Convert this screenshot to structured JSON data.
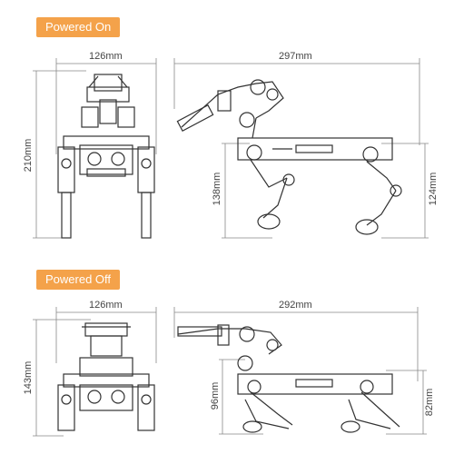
{
  "sections": {
    "powered_on": {
      "label": "Powered On"
    },
    "powered_off": {
      "label": "Powered Off"
    }
  },
  "dimensions": {
    "on_front_width": "126mm",
    "on_front_height": "210mm",
    "on_side_length": "297mm",
    "on_side_body_height": "138mm",
    "on_side_rear_height": "124mm",
    "off_front_width": "126mm",
    "off_front_height": "143mm",
    "off_side_length": "292mm",
    "off_side_body_height": "96mm",
    "off_side_rear_height": "82mm"
  },
  "colors": {
    "badge": "#f4a24a",
    "line": "#333333",
    "dimline": "#888888"
  }
}
